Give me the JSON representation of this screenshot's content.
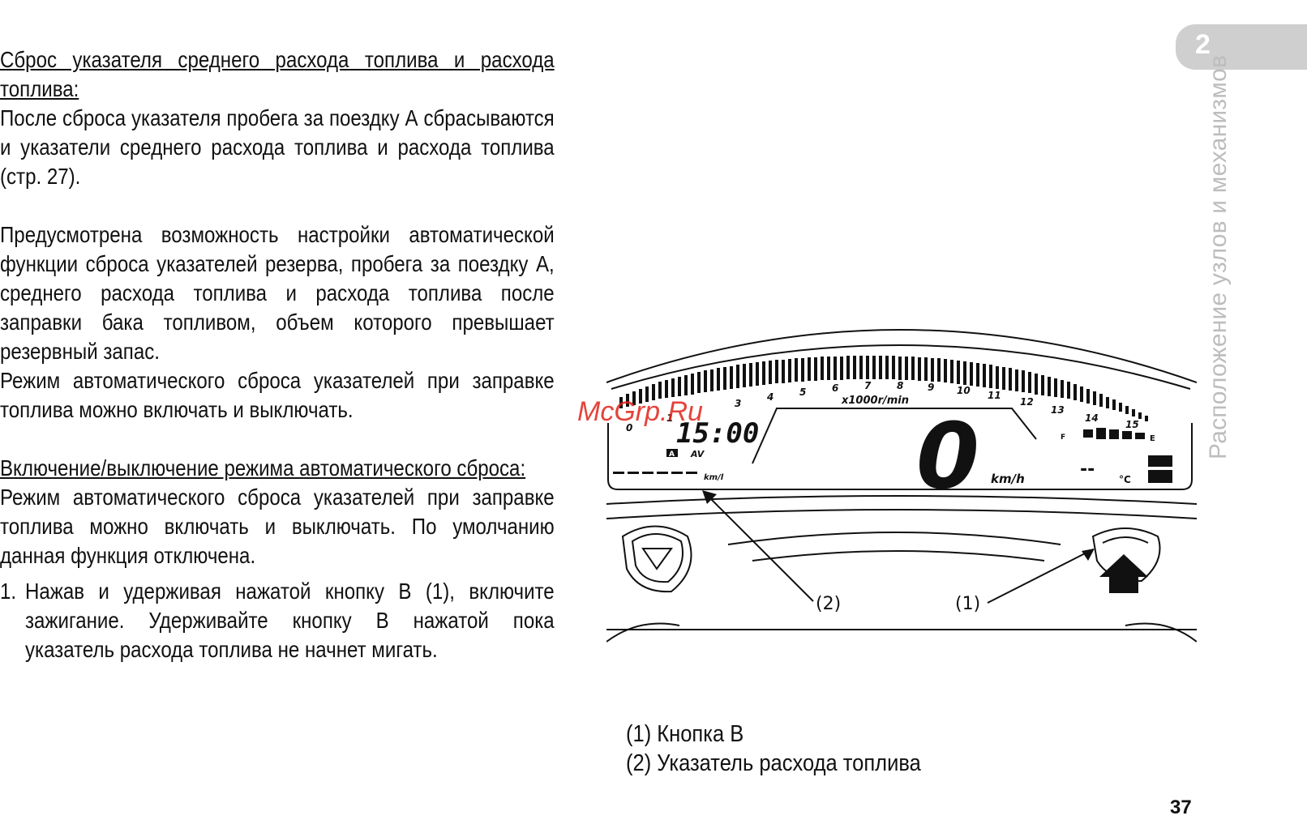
{
  "section_tab": "2",
  "side_title": "Расположение узлов и механизмов",
  "page_number": "37",
  "watermark": "McGrp.Ru",
  "blocks": {
    "h1": "Сброс указателя среднего расхода топлива и расхода топлива:",
    "p1": "После сброса указателя пробега за поездку А сбрасываются и указатели среднего расхода топлива и расхода топлива (стр. 27).",
    "p2": "Предусмотрена возможность настройки автоматической функции сброса указателей резерва, пробега за поездку А, среднего расхода топлива и расхода топлива после заправки бака топливом, объем которого превышает резервный запас.",
    "p3": "Режим автоматического сброса указателей при заправке топлива можно включать и выключать.",
    "h2": "Включение/выключение режима автоматического сброса:",
    "p4": "Режим автоматического сброса указателей при заправке топлива можно включать и выключать. По умолчанию данная функция отключена.",
    "item1_num": "1.",
    "item1_text": "Нажав и удерживая нажатой кнопку В (1), включите зажигание. Удерживайте кнопку В нажатой пока указатель расхода топлива не начнет мигать."
  },
  "figure": {
    "clock": "15:00",
    "speed": "0",
    "speed_unit": "km/h",
    "rpm_unit": "x1000r/min",
    "rpm_ticks": [
      "0",
      "1",
      "3",
      "4",
      "5",
      "6",
      "7",
      "8",
      "9",
      "10",
      "11",
      "12",
      "13",
      "15",
      "14"
    ],
    "trip_label": "A",
    "av_label": "AV",
    "fuel_unit": "km/l",
    "temp_value": "--",
    "temp_unit": "°C",
    "fuel_full": "F",
    "fuel_empty": "E",
    "callout_1": "(1)",
    "callout_2": "(2)"
  },
  "captions": {
    "c1": "(1) Кнопка В",
    "c2": "(2) Указатель расхода топлива"
  }
}
